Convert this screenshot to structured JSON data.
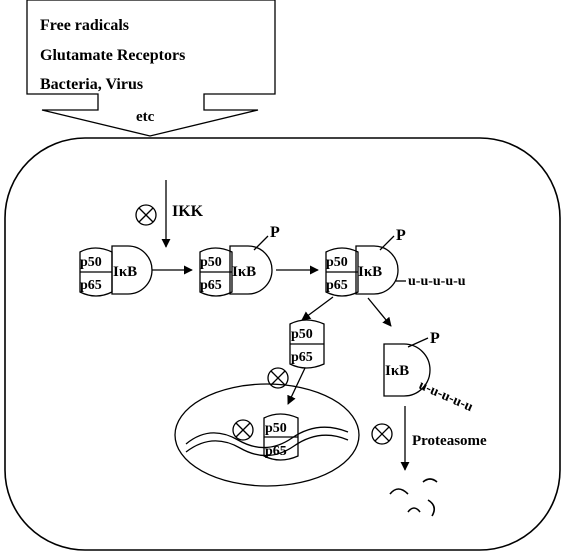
{
  "stimuli": {
    "lines": [
      "Free radicals",
      "Glutamate Receptors",
      "Bacteria, Virus"
    ],
    "etc": "etc"
  },
  "labels": {
    "ikk": "IKK",
    "p_symbol": "P",
    "ub_chain": "u-u-u-u-u",
    "proteasome": "Proteasome"
  },
  "proteins": {
    "p50": "p50",
    "p65": "p65",
    "ikb": "IκB"
  }
}
